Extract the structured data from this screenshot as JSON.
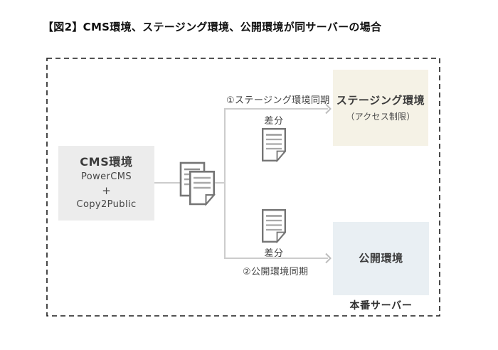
{
  "title": "【図2】CMS環境、ステージング環境、公開環境が同サーバーの場合",
  "diagram": {
    "cms_box": {
      "title": "CMS環境",
      "product": "PowerCMS",
      "plus": "+",
      "addon": "Copy2Public",
      "bg_color": "#ececec"
    },
    "staging_box": {
      "title": "ステージング環境",
      "note": "（アクセス制限）",
      "bg_color": "#f5f2e6"
    },
    "public_box": {
      "title": "公開環境",
      "bg_color": "#e9eff3"
    },
    "server_label": "本番サーバー",
    "sync_flows": {
      "staging": {
        "label": "①ステージング環境同期",
        "diff_label": "差分"
      },
      "public": {
        "label": "②公開環境同期",
        "diff_label": "差分"
      }
    },
    "icons": {
      "source": "documents-icon",
      "staging_diff": "diff-document-icon",
      "public_diff": "diff-document-icon"
    },
    "colors": {
      "connector_line": "#cccccc",
      "arrow": "#bdbdbd",
      "dashed_border": "#1a1a1a",
      "icon_outline": "#757575",
      "icon_rule_lines": "#a8a8a8"
    }
  }
}
